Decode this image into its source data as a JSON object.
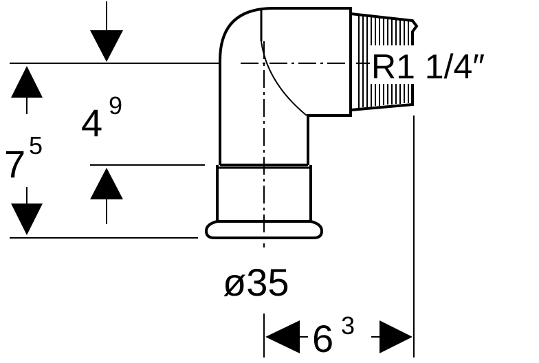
{
  "dimensions": {
    "outer_height": {
      "base": "7",
      "exp": "5"
    },
    "inner_height": {
      "base": "4",
      "exp": "9"
    },
    "diameter": "ø35",
    "width": {
      "base": "6",
      "exp": "3"
    },
    "thread": "R1 1/4″"
  },
  "colors": {
    "line": "#000000",
    "background": "#ffffff"
  }
}
